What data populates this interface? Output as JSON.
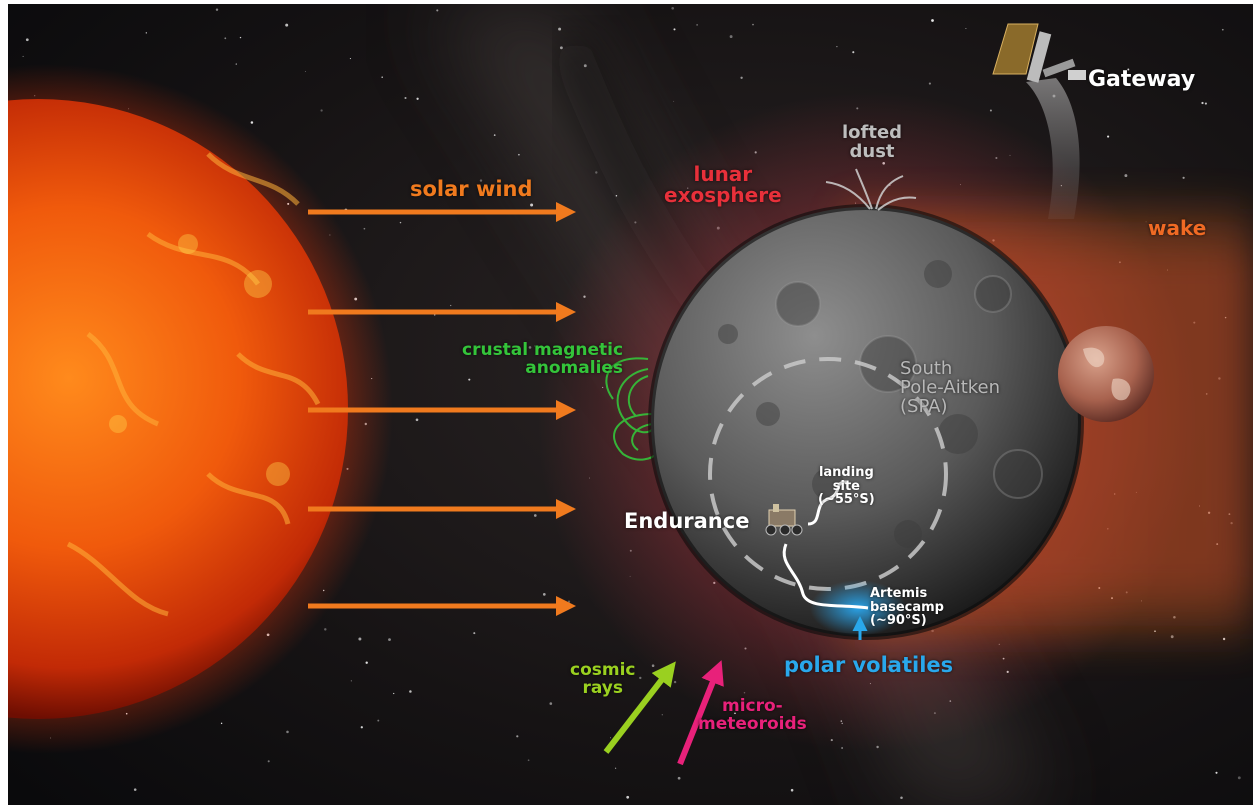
{
  "labels": {
    "solar_wind": "solar wind",
    "lunar_exosphere": [
      "lunar",
      "exosphere"
    ],
    "lofted_dust": [
      "lofted",
      "dust"
    ],
    "gateway": "Gateway",
    "wake": "wake",
    "crustal_magnetic_anomalies": [
      "crustal magnetic",
      "anomalies"
    ],
    "south_pole_aitken": [
      "South",
      "Pole-Aitken",
      "(SPA)"
    ],
    "landing_site": [
      "landing",
      "site",
      "(~55°S)"
    ],
    "endurance": "Endurance",
    "artemis_basecamp": [
      "Artemis",
      "basecamp",
      "(~90°S)"
    ],
    "polar_volatiles": "polar volatiles",
    "cosmic_rays": [
      "cosmic",
      "rays"
    ],
    "micrometeoroids": [
      "micro-",
      "meteoroids"
    ]
  },
  "colors": {
    "solar_wind": "#f07a1e",
    "lunar_exosphere": "#e8303a",
    "lofted_dust": "#bdbdbd",
    "gateway": "#ffffff",
    "wake": "#f06a24",
    "crustal_magnetic_anomalies": "#34c43a",
    "south_pole_aitken": "#b8b8b8",
    "endurance": "#ffffff",
    "polar_volatiles": "#29a8ec",
    "cosmic_rays": "#9ad020",
    "micrometeoroids": "#e8217a"
  },
  "icons": [
    "sun-icon",
    "moon-icon",
    "earth-icon",
    "gateway-station-icon",
    "rover-icon"
  ]
}
